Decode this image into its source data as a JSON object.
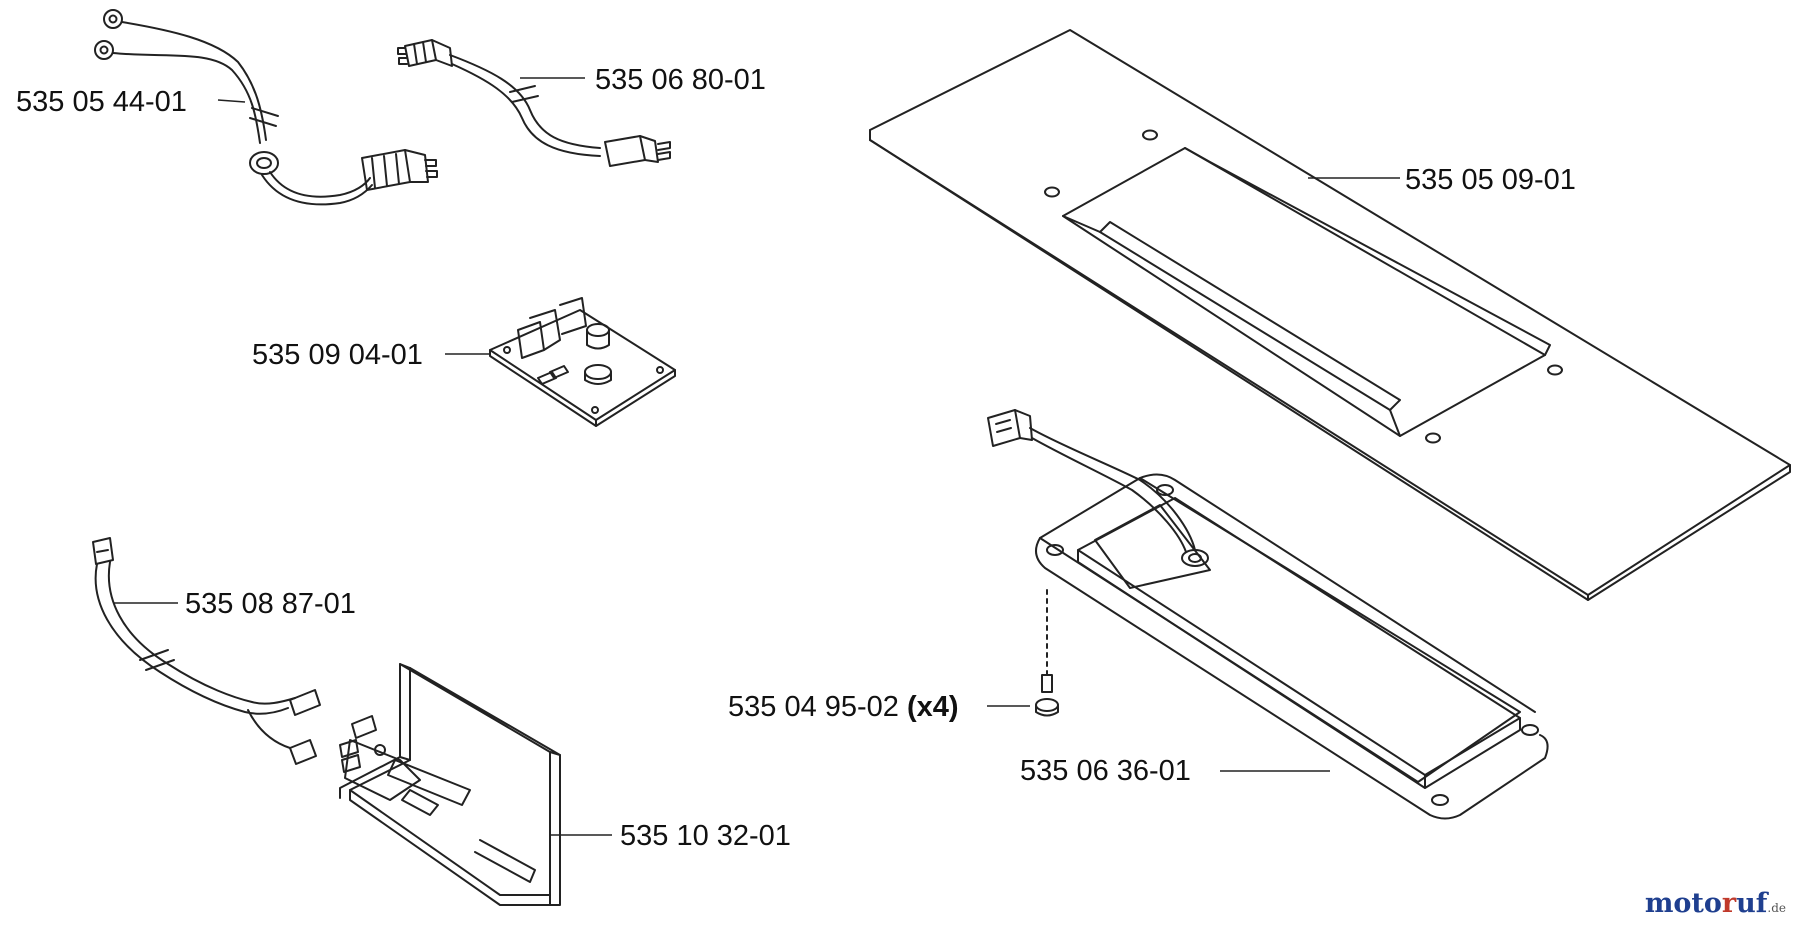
{
  "parts": [
    {
      "id": "harness-ring",
      "number": "535 05 44-01",
      "qty": ""
    },
    {
      "id": "harness-plug",
      "number": "535 06 80-01",
      "qty": ""
    },
    {
      "id": "cover-plate",
      "number": "535 05 09-01",
      "qty": ""
    },
    {
      "id": "circuit-board",
      "number": "535 09 04-01",
      "qty": ""
    },
    {
      "id": "harness-spade",
      "number": "535 08 87-01",
      "qty": ""
    },
    {
      "id": "screw",
      "number": "535 04 95-02",
      "qty": "(x4)"
    },
    {
      "id": "housing",
      "number": "535 06 36-01",
      "qty": ""
    },
    {
      "id": "bracket",
      "number": "535 10 32-01",
      "qty": ""
    }
  ],
  "watermark": {
    "part1": "moto",
    "part2": "r",
    "part3": "uf",
    "suffix": ".de"
  },
  "colors": {
    "line": "#222222",
    "text": "#111111",
    "brand_blue": "#1f3f8f",
    "brand_red": "#c0392b"
  }
}
